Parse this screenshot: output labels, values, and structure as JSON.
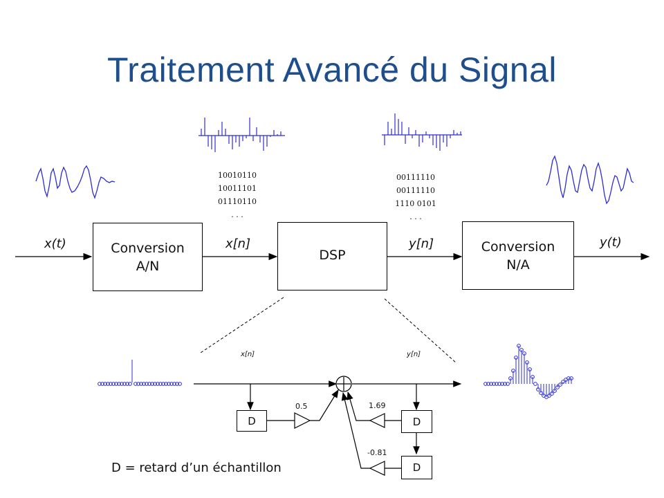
{
  "title": "Traitement Avancé du Signal",
  "blocks": {
    "adc": [
      "Conversion",
      "A/N"
    ],
    "dsp": "DSP",
    "dac": [
      "Conversion",
      "N/A"
    ]
  },
  "signals": {
    "x_t": "x(t)",
    "x_n": "x[n]",
    "y_n": "y[n]",
    "y_t": "y(t)"
  },
  "bits_in": [
    "10010110",
    "10011101",
    "01110110",
    ". . ."
  ],
  "bits_out": [
    "00111110",
    "00111110",
    "1110 0101",
    ". . ."
  ],
  "filter": {
    "input_label": "x[n]",
    "output_label": "y[n]",
    "delay_label": "D",
    "coef_feedforward": "0.5",
    "coef_feedback_1": "1.69",
    "coef_feedback_2": "-0.81"
  },
  "legend": "D = retard d’un échantillon",
  "colors": {
    "title": "#1f4e8c",
    "waveform": "#2b2bd6",
    "lines": "#000000"
  }
}
